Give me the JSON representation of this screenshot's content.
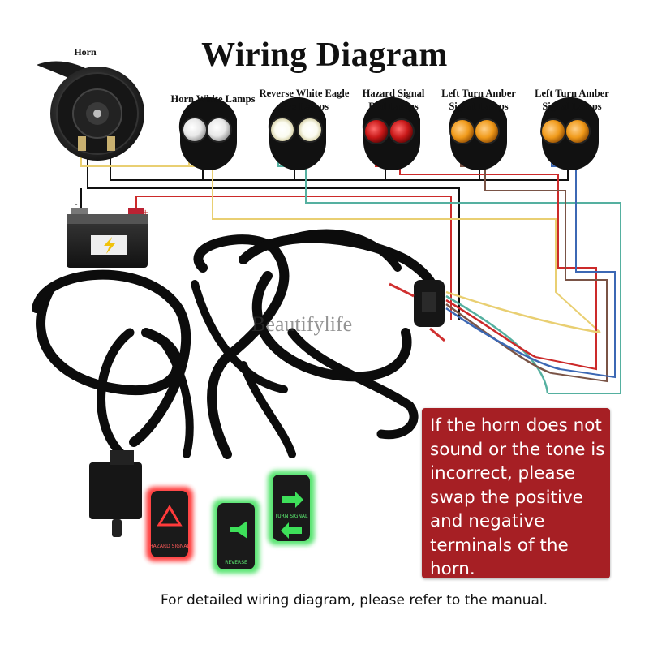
{
  "title": "Wiring Diagram",
  "labels": {
    "horn": "Horn",
    "horn_white_lamps": "Horn White Lamps",
    "reverse_lamps": "Reverse White Eagle Eye Lamps",
    "hazard_lamps": "Hazard Signal Red Lamps",
    "left_turn_1": "Left Turn Amber Signal Lamps",
    "left_turn_2": "Left Turn Amber Signal Lamps"
  },
  "battery": {
    "negative": "-",
    "positive": "+"
  },
  "watermark": "Beautifylife",
  "note": "If the horn does not sound or the tone is incorrect, please swap the positive and negative terminals of the horn.",
  "footer": "For detailed wiring diagram, please refer to the manual.",
  "switches": [
    {
      "label": "HAZARD SIGNAL",
      "glow": "red",
      "icon": "hazard-triangle"
    },
    {
      "label": "REVERSE",
      "glow": "green",
      "icon": "horn"
    },
    {
      "label": "TURN SIGNAL",
      "glow": "green",
      "icon": "arrows"
    }
  ],
  "wire_colors": {
    "black": "#111111",
    "yellow": "#e9cf72",
    "teal": "#55b0a0",
    "red": "#cc2a2a",
    "brown": "#7a5446",
    "blue": "#3c68b4"
  }
}
